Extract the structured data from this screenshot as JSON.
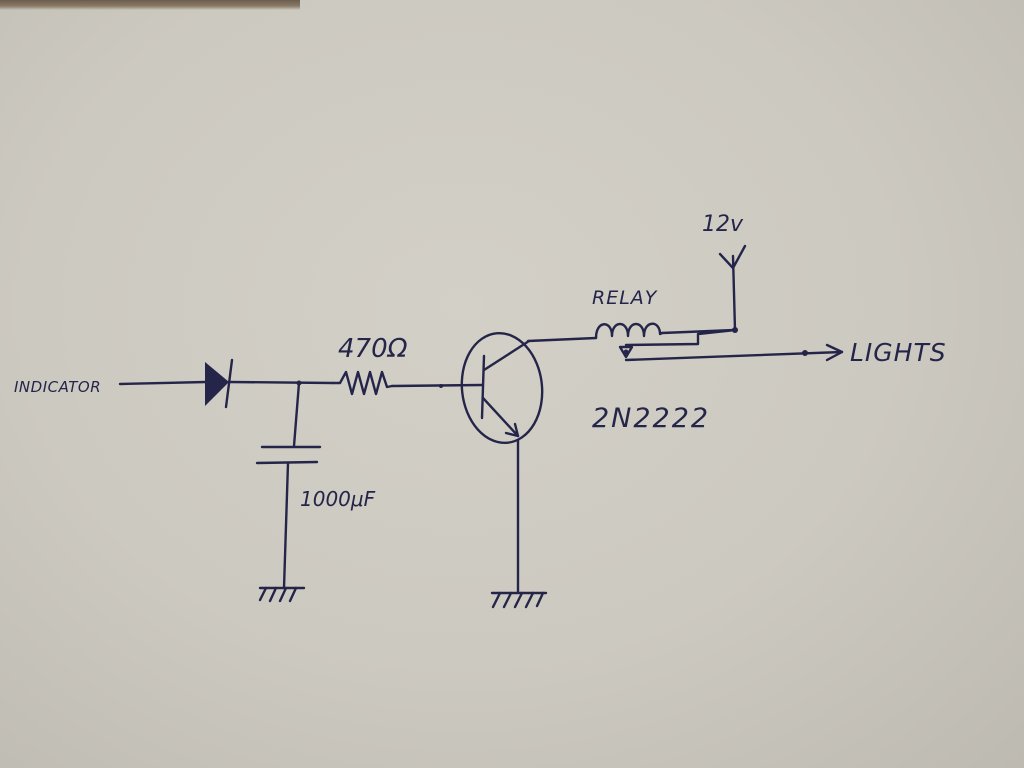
{
  "labels": {
    "input": "INDICATOR",
    "resistor": "470Ω",
    "capacitor": "1000μF",
    "relay": "RELAY",
    "supply": "12v",
    "output": "LIGHTS",
    "transistor": "2N2222"
  },
  "colors": {
    "ink": "#25254a",
    "paper": "#cdcac1"
  }
}
